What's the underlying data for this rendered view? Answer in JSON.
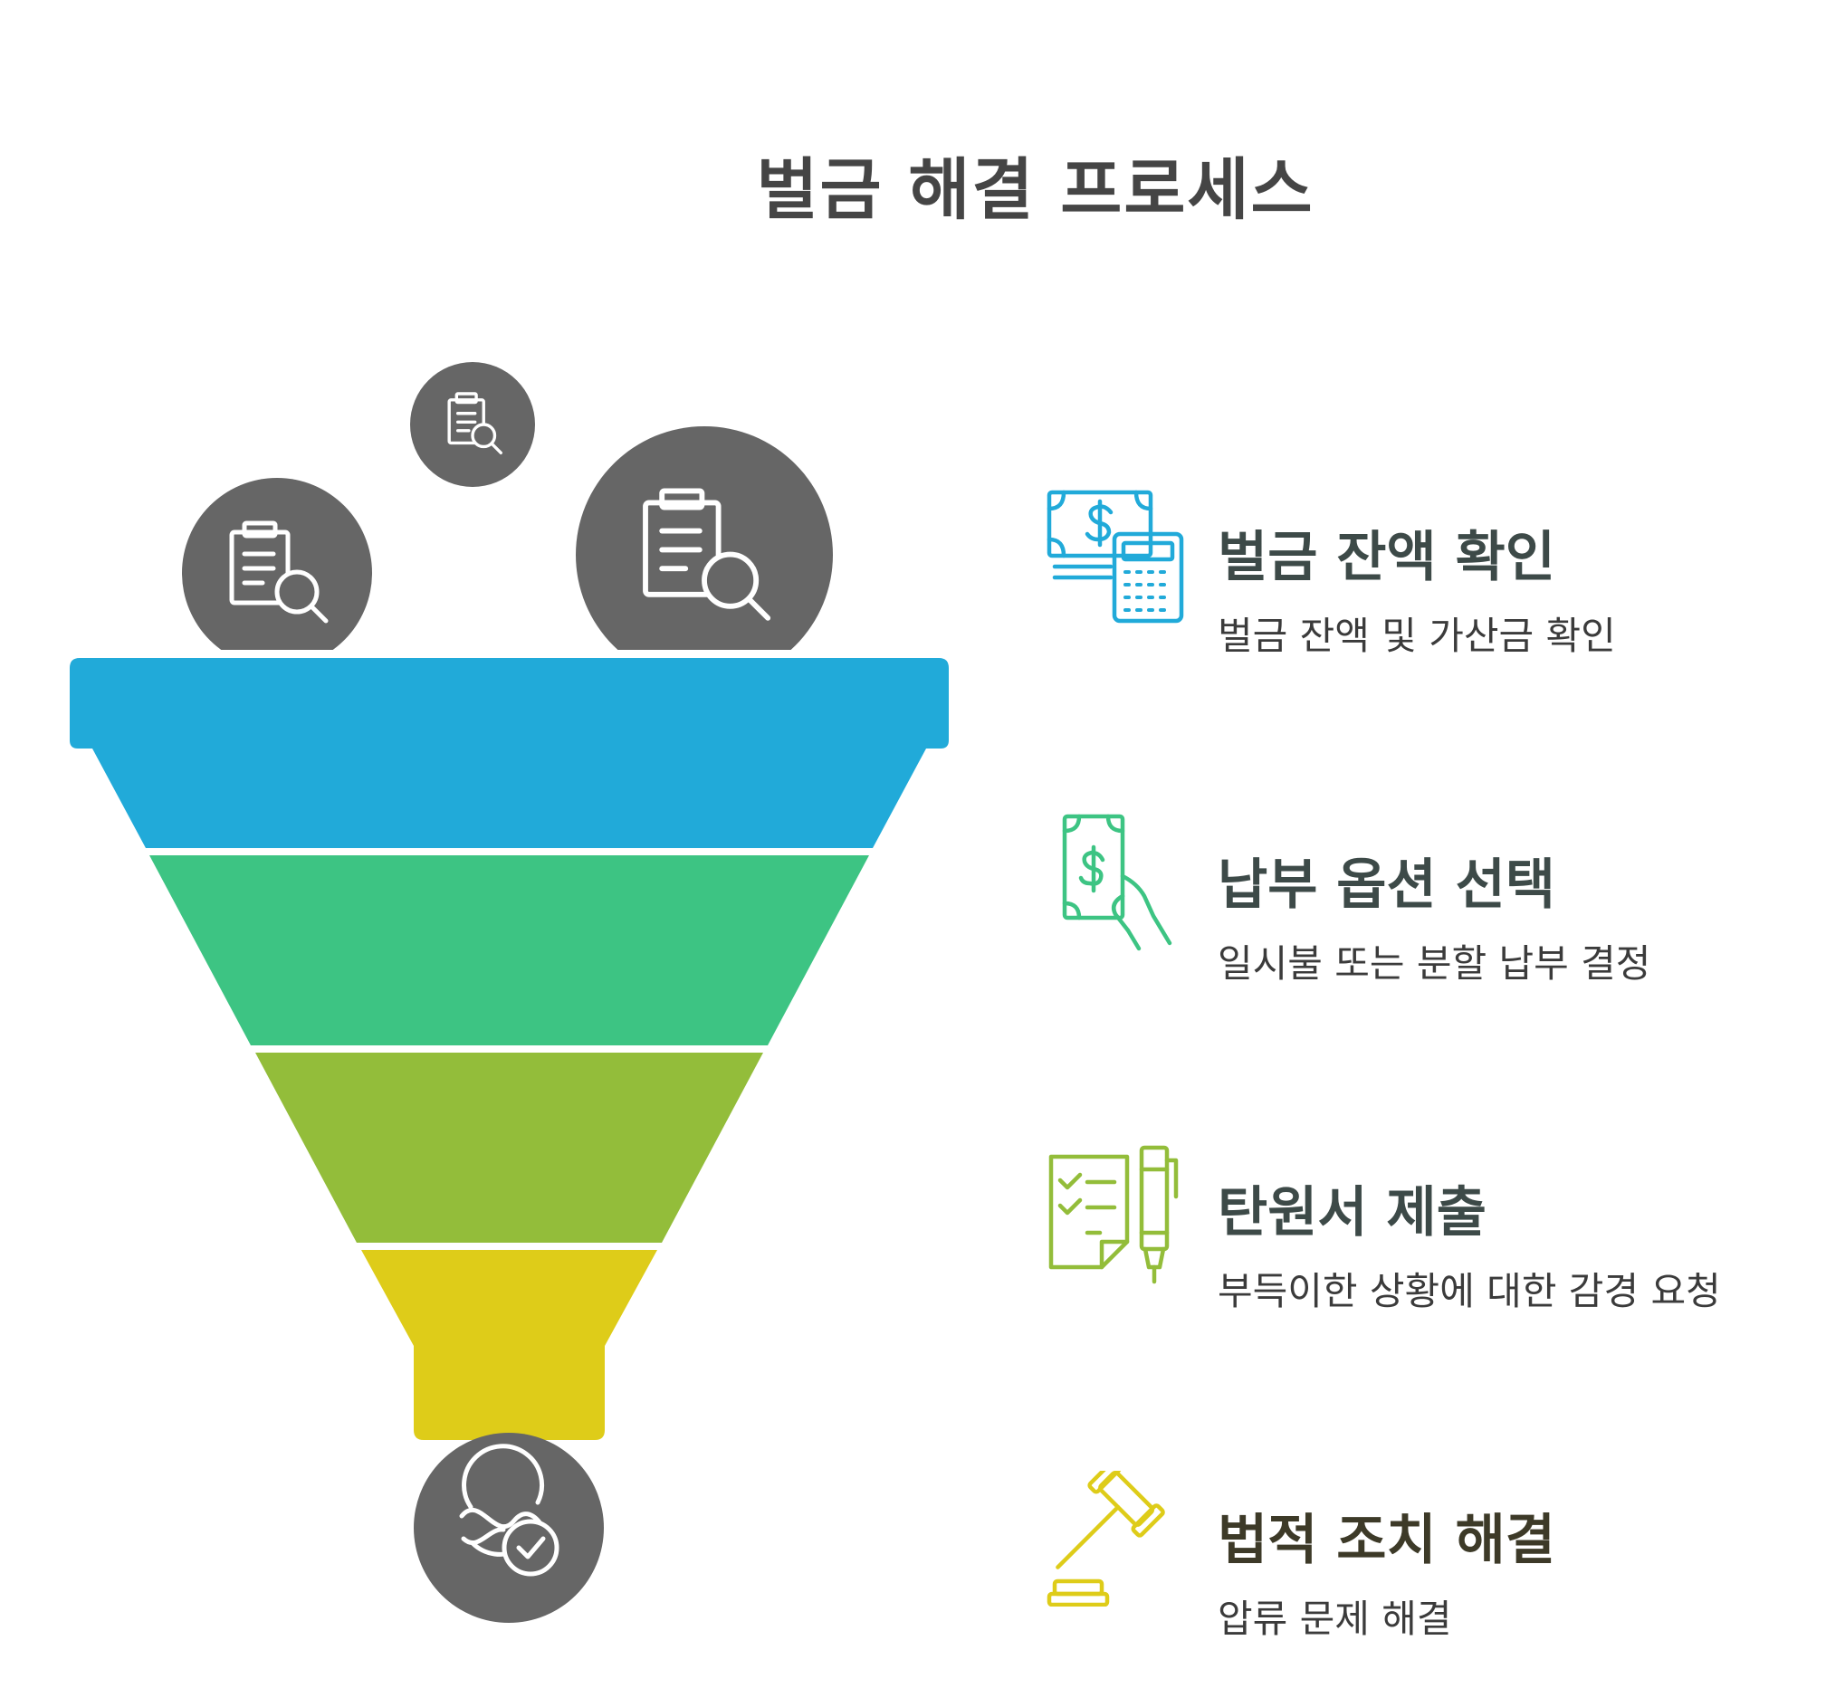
{
  "title": "벌금 해결 프로세스",
  "colors": {
    "stage1": "#21AAD9",
    "stage2": "#3DC483",
    "stage3": "#93BD3A",
    "stage4": "#DECC19",
    "circle": "#666666",
    "title_text": "#454545",
    "step_title_text": "#3D4A48",
    "step4_title_text": "#3D3A28"
  },
  "funnel": {
    "top_icons": [
      "clipboard-search-icon",
      "clipboard-search-icon",
      "clipboard-search-icon"
    ],
    "bottom_icon": "network-check-icon"
  },
  "steps": [
    {
      "title": "벌금 잔액 확인",
      "description": "벌금 잔액 및 가산금 확인",
      "icon": "money-calculator-icon",
      "color": "#21AAD9"
    },
    {
      "title": "납부 옵션 선택",
      "description": "일시불 또는 분할 납부 결정",
      "icon": "hand-money-icon",
      "color": "#3DC483"
    },
    {
      "title": "탄원서 제출",
      "description": "부득이한 상황에 대한 감경 요청",
      "icon": "checklist-pen-icon",
      "color": "#93BD3A"
    },
    {
      "title": "법적 조치 해결",
      "description": "압류 문제 해결",
      "icon": "gavel-icon",
      "color": "#DECC19"
    }
  ]
}
